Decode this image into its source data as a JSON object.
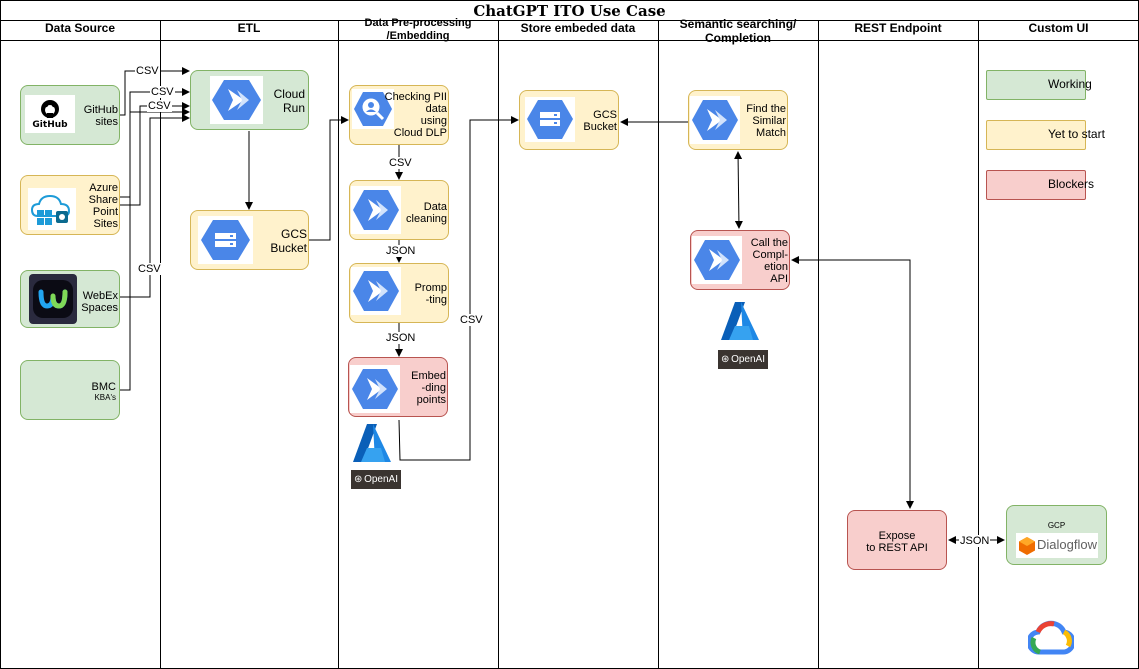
{
  "title": "ChatGPT ITO Use Case",
  "lanes": {
    "data_source": "Data Source",
    "etl": "ETL",
    "preprocessing_1": "Data Pre-processing",
    "preprocessing_2": "/Embedding",
    "store": "Store embeded data",
    "semantic_1": "Semantic searching/",
    "semantic_2": "Completion",
    "rest": "REST Endpoint",
    "custom_ui": "Custom UI"
  },
  "sources": {
    "github_1": "GitHub",
    "github_2": "sites",
    "github_logo": "GitHub",
    "azure_1": "Azure",
    "azure_2": "Share",
    "azure_3": "Point",
    "azure_4": "Sites",
    "webex_1": "WebEx",
    "webex_2": "Spaces",
    "bmc_1": "BMC",
    "bmc_2": "KBA's"
  },
  "etl": {
    "cloud_run_1": "Cloud",
    "cloud_run_2": "Run",
    "gcs_1": "GCS",
    "gcs_2": "Bucket"
  },
  "pre": {
    "pii_1": "Checking PII",
    "pii_2": "data",
    "pii_3": "using",
    "pii_4": "Cloud DLP",
    "clean_1": "Data",
    "clean_2": "cleaning",
    "prompt_1": "Promp",
    "prompt_2": "-ting",
    "embed_1": "Embed",
    "embed_2": "-ding",
    "embed_3": "points",
    "openai": "OpenAI"
  },
  "store": {
    "gcs_1": "GCS",
    "gcs_2": "Bucket"
  },
  "semantic": {
    "find_1": "Find the",
    "find_2": "Similar",
    "find_3": "Match",
    "call_1": "Call the",
    "call_2": "Compl-",
    "call_3": "etion",
    "call_4": "API",
    "openai": "OpenAI"
  },
  "rest": {
    "expose_1": "Expose",
    "expose_2": "to REST API"
  },
  "custom_ui": {
    "gcp": "GCP",
    "dialogflow": "Dialogflow"
  },
  "edges": {
    "csv": "CSV",
    "json": "JSON"
  },
  "legend": {
    "working": "Working",
    "yet_to_start": "Yet to start",
    "blockers": "Blockers"
  },
  "colors": {
    "working_fill": "#d5e8d4",
    "working_stroke": "#82b366",
    "yet_fill": "#fff2cc",
    "yet_stroke": "#d6b656",
    "blocker_fill": "#f8cecc",
    "blocker_stroke": "#b85450",
    "gcp_blue": "#4a86e8"
  },
  "icons": [
    "github-icon",
    "sharepoint-icon",
    "webex-icon",
    "cloud-run-icon",
    "gcs-bucket-icon",
    "cloud-dlp-icon",
    "azure-icon",
    "openai-icon",
    "dialogflow-icon",
    "google-cloud-icon"
  ]
}
